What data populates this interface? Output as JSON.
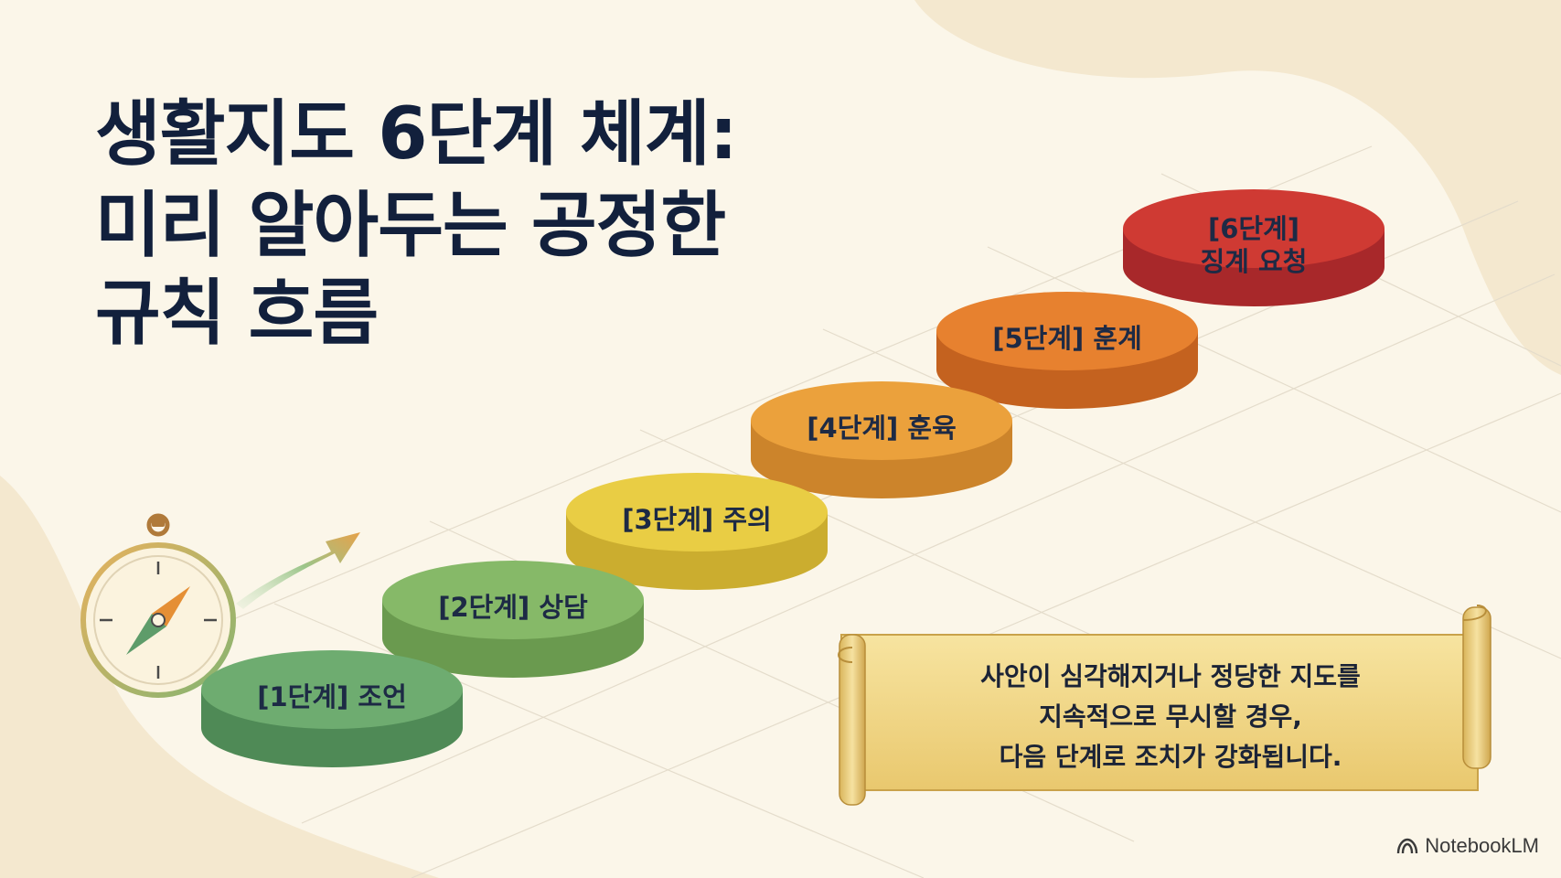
{
  "title_lines": [
    "생활지도 6단계 체계:",
    "미리 알아두는 공정한",
    "규칙 흐름"
  ],
  "steps": [
    {
      "label": "[1단계] 조언",
      "color": "#6eac70"
    },
    {
      "label": "[2단계] 상담",
      "color": "#86b968"
    },
    {
      "label": "[3단계] 주의",
      "color": "#e9cd44"
    },
    {
      "label": "[4단계] 훈육",
      "color": "#eba13c"
    },
    {
      "label": "[5단계] 훈계",
      "color": "#e7812f"
    },
    {
      "label": "[6단계]\n징계 요청",
      "color": "#cf3a33"
    }
  ],
  "scroll_note": [
    "사안이 심각해지거나 정당한 지도를",
    "지속적으로 무시할 경우,",
    "다음 단계로 조치가 강화됩니다."
  ],
  "brand": "NotebookLM",
  "icons": [
    "compass-icon",
    "arrow-up-right-icon",
    "notebooklm-logo-icon"
  ]
}
